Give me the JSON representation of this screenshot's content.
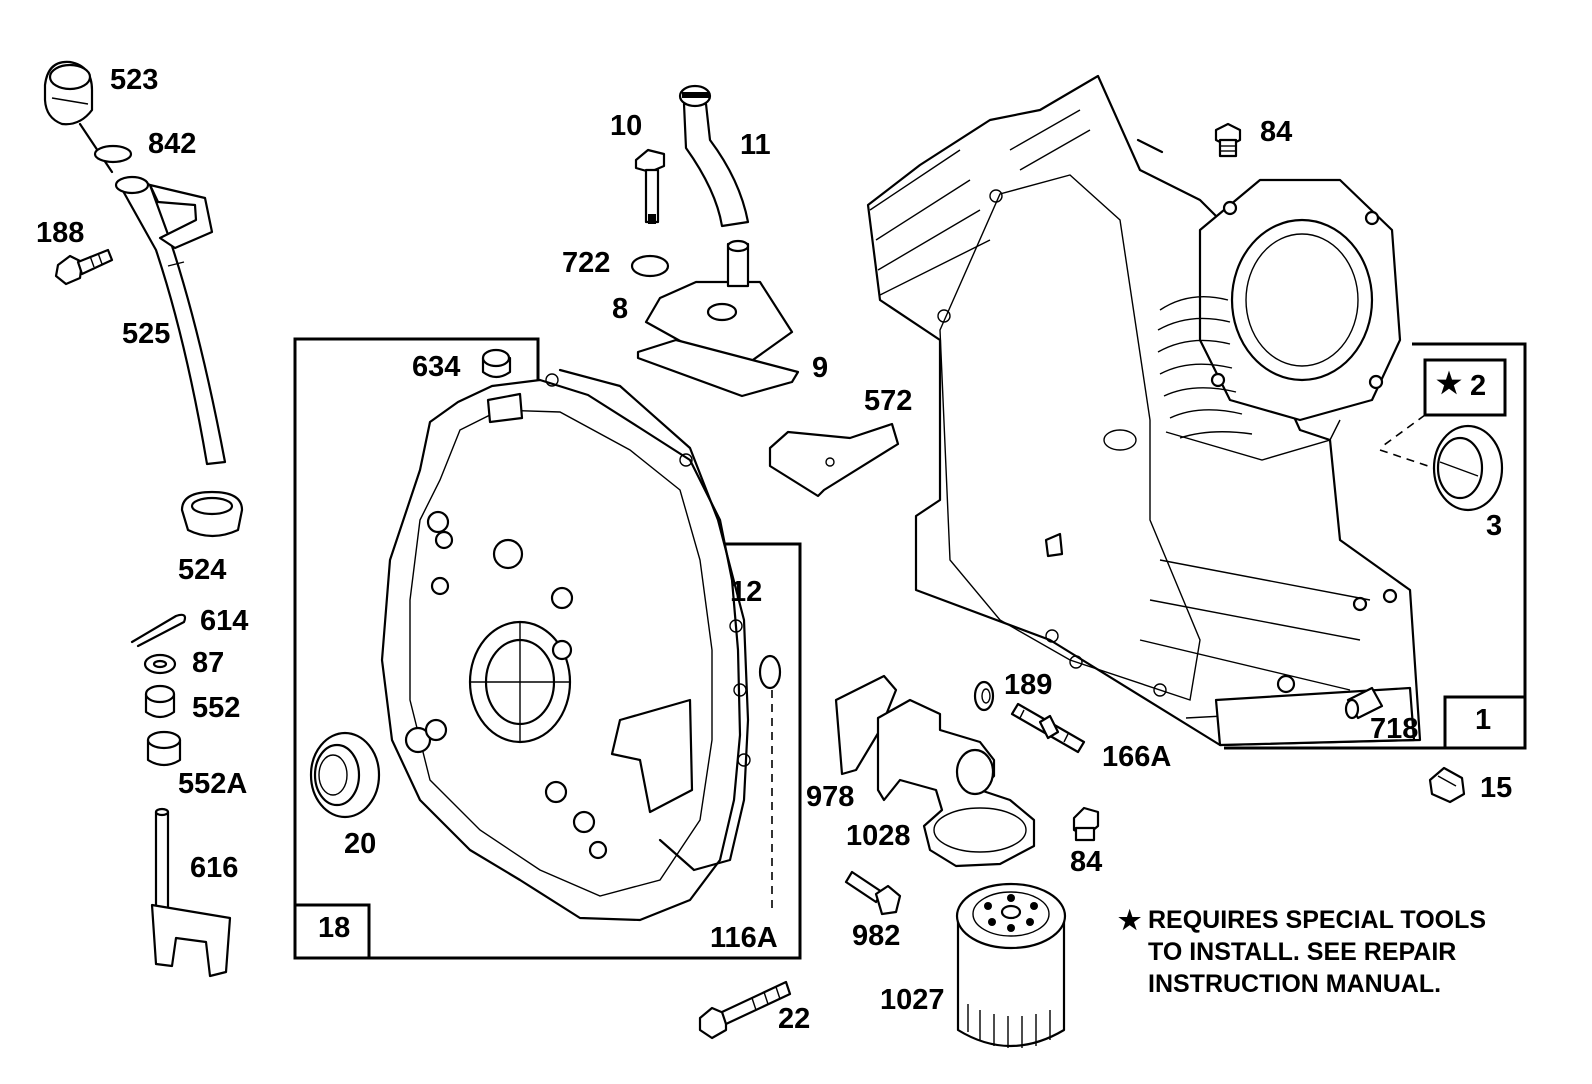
{
  "labels": {
    "p523": "523",
    "p842": "842",
    "p188": "188",
    "p525": "525",
    "p524": "524",
    "p614": "614",
    "p87": "87",
    "p552": "552",
    "p552a": "552A",
    "p616": "616",
    "p10": "10",
    "p11": "11",
    "p722": "722",
    "p8": "8",
    "p9": "9",
    "p634": "634",
    "p572": "572",
    "p84_top": "84",
    "p2": "2",
    "p3": "3",
    "p12": "12",
    "p20": "20",
    "p18": "18",
    "p116a": "116A",
    "p22": "22",
    "p189": "189",
    "p166a": "166A",
    "p718": "718",
    "p1": "1",
    "p15": "15",
    "p978": "978",
    "p1028": "1028",
    "p84_low": "84",
    "p982": "982",
    "p1027": "1027"
  },
  "note": {
    "star": "★",
    "line1": "REQUIRES SPECIAL TOOLS",
    "line2": "TO INSTALL.  SEE REPAIR",
    "line3": "INSTRUCTION MANUAL."
  },
  "box2_star": "★"
}
